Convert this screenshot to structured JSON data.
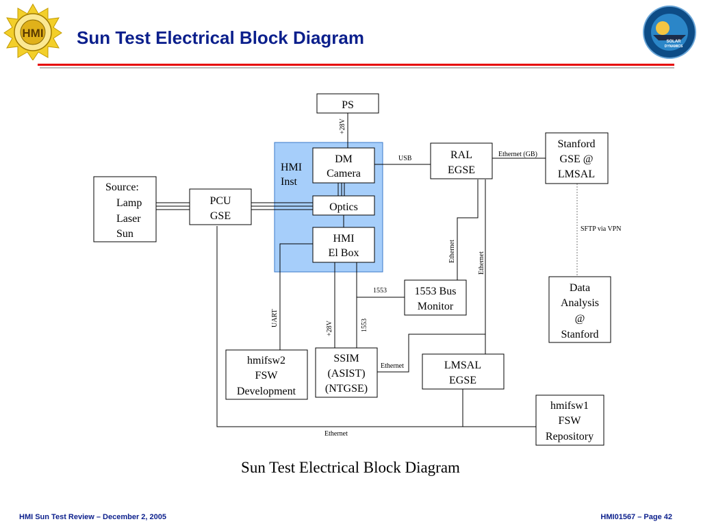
{
  "header": {
    "title": "Sun Test Electrical Block Diagram"
  },
  "logos": {
    "left": "hmi-logo",
    "right": "sdo-logo"
  },
  "diagram": {
    "blocks": {
      "ps": "PS",
      "hmi_inst": [
        "HMI",
        "Inst"
      ],
      "dm_camera": [
        "DM",
        "Camera"
      ],
      "optics": "Optics",
      "hmi_el_box": [
        "HMI",
        "El Box"
      ],
      "source": [
        "Source:",
        "Lamp",
        "Laser",
        "Sun"
      ],
      "pcu_gse": [
        "PCU",
        "GSE"
      ],
      "ral_egse": [
        "RAL",
        "EGSE"
      ],
      "stanford_gse": [
        "Stanford",
        "GSE @",
        "LMSAL"
      ],
      "bus_monitor": [
        "1553 Bus",
        "Monitor"
      ],
      "data_analysis": [
        "Data",
        "Analysis",
        "@",
        "Stanford"
      ],
      "hmifsw2": [
        "hmifsw2",
        "FSW",
        "Development"
      ],
      "ssim": [
        "SSIM",
        "(ASIST)",
        "(NTGSE)"
      ],
      "lmsal_egse": [
        "LMSAL",
        "EGSE"
      ],
      "hmifsw1": [
        "hmifsw1",
        "FSW",
        "Repository"
      ]
    },
    "links": {
      "plus28v_top": "+28V",
      "usb": "USB",
      "ethernet_gb": "Ethernet (GB)",
      "sftp": "SFTP via VPN",
      "ethernet_a": "Ethernet",
      "ethernet_b": "Ethernet",
      "l1553": "1553",
      "uart": "UART",
      "plus28v_bottom": "+28V",
      "l1553_vertical": "1553",
      "ethernet_ssim": "Ethernet",
      "ethernet_bottom": "Ethernet"
    },
    "colors": {
      "inst_fill": "#a6cefa",
      "inst_stroke": "#3a78c8"
    }
  },
  "caption": "Sun Test Electrical Block Diagram",
  "footer": {
    "left": "HMI Sun Test Review – December 2, 2005",
    "right": "HMI01567 – Page 42"
  }
}
